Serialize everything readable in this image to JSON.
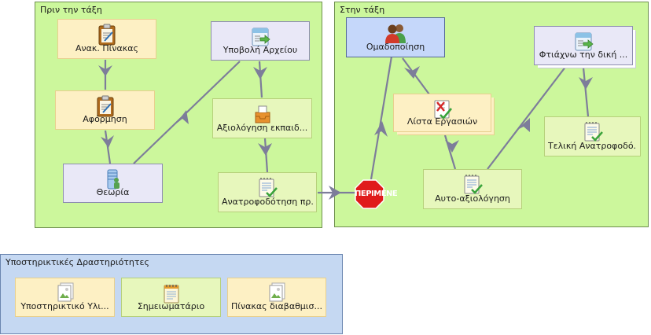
{
  "panels": {
    "before_class": "Πριν την τάξη",
    "in_class": "Στην τάξη",
    "support": "Υποστηρικτικές Δραστηριότητες"
  },
  "nodes": {
    "anak_pinakas": "Ανακ. Πίνακας",
    "aformisi": "Αφόρμηση",
    "theoria": "Θεωρία",
    "ypovoli_arxeiou": "Υποβολή Αρχείου",
    "axiologisi_ekpaid": "Αξιολόγηση εκπαιδ...",
    "anatrofodotisi_pr": "Ανατροφοδότηση πρ...",
    "omadopoiisi": "Ομαδοποίηση",
    "lista_ergasion": "Λίστα Εργασιών",
    "auto_axiologisi": "Αυτο-αξιολόγηση",
    "ftiaxno": "Φτιάχνω την δική ...",
    "teliki_anatrofodotisi": "Τελική Ανατροφοδό...",
    "ypostiriktiko_yliko": "Υποστηρικτικό Υλι...",
    "simeiomatario": "Σημειωματάριο",
    "pinakas_diavathmisis": "Πίνακας διαβαθμισ..."
  },
  "gate": {
    "label": "ΠΕΡΙΜΕΝΕ"
  },
  "colors": {
    "panel_green": "#ccf79c",
    "panel_blue": "#c5d8f2",
    "edge": "#7d7d9a",
    "stop_red": "#e01b1b"
  }
}
